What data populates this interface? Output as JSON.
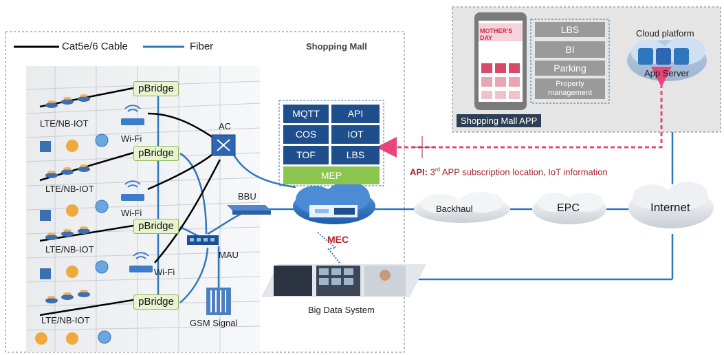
{
  "legend": {
    "cable_label": "Cat5e/6 Cable",
    "fiber_label": "Fiber",
    "cable_color": "#000000",
    "fiber_color": "#2f77bd"
  },
  "mall": {
    "title": "Shopping Mall",
    "pbridges": [
      "pBridge",
      "pBridge",
      "pBridge",
      "pBridge"
    ],
    "lte_labels": [
      "LTE/NB-IOT",
      "LTE/NB-IOT",
      "LTE/NB-IOT",
      "LTE/NB-IOT"
    ],
    "wifi_labels": [
      "Wi-Fi",
      "Wi-Fi",
      "Wi-Fi"
    ],
    "ac_label": "AC",
    "bbu_label": "BBU",
    "mau_label": "MAU",
    "gsm_label": "GSM Signal"
  },
  "mep": {
    "cells": [
      "MQTT",
      "API",
      "COS",
      "IOT",
      "TOF",
      "LBS"
    ],
    "bar_label": "MEP",
    "cell_color": "#1f4e8c",
    "bar_color": "#8cc54e"
  },
  "mec_label": "MEC",
  "big_data_label": "Big Data System",
  "api_note": {
    "prefix": "API:",
    "text_before_sup": " 3",
    "sup": "rd",
    "text_after_sup": " APP subscription location, IoT information",
    "color": "#a0252e"
  },
  "app_panel": {
    "title": "Shopping Mall APP",
    "items": [
      "LBS",
      "BI",
      "Parking",
      "Property management"
    ],
    "phone_banner": "MOTHER'S DAY"
  },
  "cloud_platform": {
    "title": "Cloud platform",
    "server_label": "App Server"
  },
  "network": {
    "backhaul": "Backhaul",
    "epc": "EPC",
    "internet": "Internet"
  },
  "colors": {
    "dashed_arrow": "#e8457a",
    "fiber": "#2f77bd",
    "mec_text": "#c0202a"
  }
}
